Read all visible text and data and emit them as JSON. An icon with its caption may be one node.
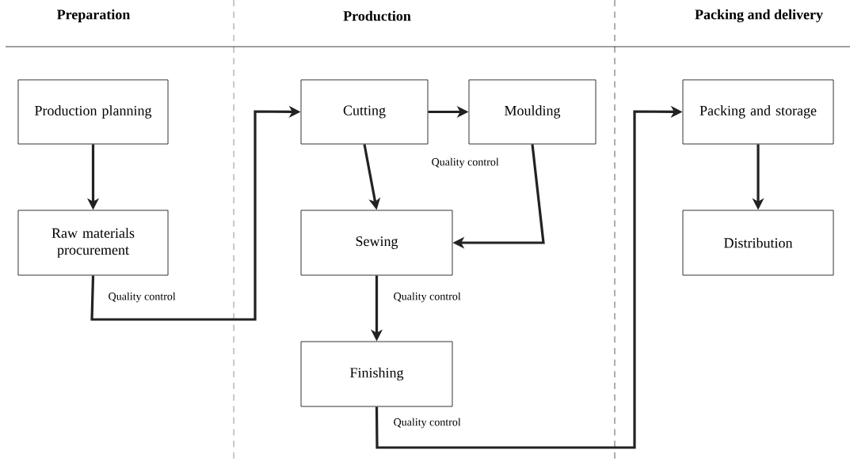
{
  "diagram": {
    "nodes": [
      {
        "text": [
          "Production planning"
        ]
      },
      {
        "text": [
          "Raw materials procurement"
        ]
      },
      {
        "text": [
          "Cutting"
        ]
      },
      {
        "text": [
          "Moulding"
        ]
      },
      {
        "text": [
          "Sewing"
        ]
      },
      {
        "text": [
          "Finishing"
        ]
      },
      {
        "text": [
          "Packing and storage"
        ]
      },
      {
        "text": [
          "Distribution"
        ]
      }
    ],
    "edges": [
      {
        "from": 0,
        "to": 1,
        "arrow": "to"
      },
      {
        "from": 1,
        "to": 2,
        "arrow": "to",
        "label": "Quality control"
      },
      {
        "from": 2,
        "to": 3,
        "arrow": "to"
      },
      {
        "from": 2,
        "to": 4,
        "arrow": "to"
      },
      {
        "from": 3,
        "to": 4,
        "arrow": "to",
        "label": "Quality control"
      },
      {
        "from": 4,
        "to": 5,
        "arrow": "to",
        "label": "Quality control"
      },
      {
        "from": 5,
        "to": 6,
        "arrow": "to",
        "label": "Quality control"
      },
      {
        "from": 6,
        "to": 7,
        "arrow": "to"
      }
    ],
    "labels": [
      "Preparation",
      "Production",
      "Packing and delivery"
    ]
  }
}
